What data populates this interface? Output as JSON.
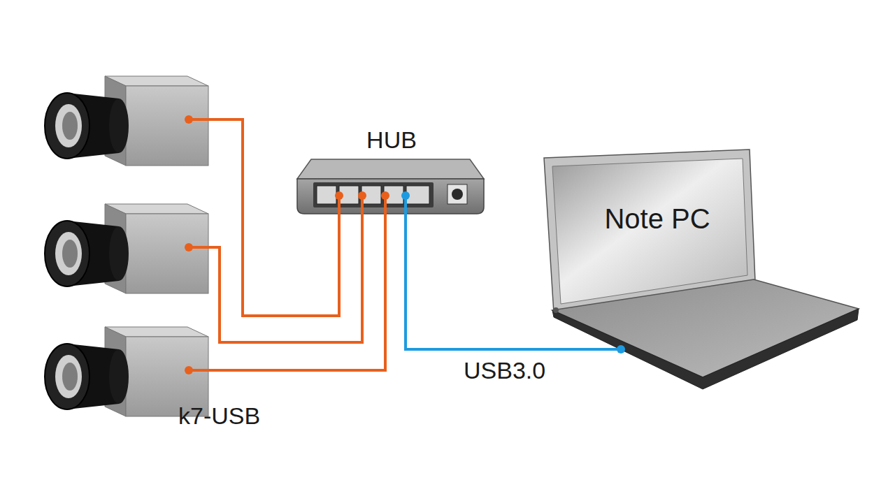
{
  "diagram": {
    "nodes": [
      {
        "text": [
          "HUB"
        ]
      },
      {
        "text": [
          "Note PC"
        ]
      },
      {
        "text": [
          "k7-USB"
        ]
      }
    ],
    "edges": [
      {
        "from": 2,
        "to": 0,
        "arrow": "none"
      },
      {
        "from": 0,
        "to": 1,
        "label": "USB3.0",
        "arrow": "none"
      }
    ]
  }
}
